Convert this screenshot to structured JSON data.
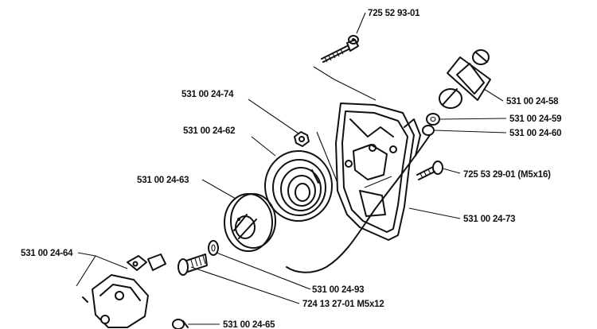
{
  "diagram": {
    "part_labels": [
      {
        "id": "p-725-52-93-01",
        "text": "725 52 93-01"
      },
      {
        "id": "p-531-00-24-74",
        "text": "531 00 24-74"
      },
      {
        "id": "p-531-00-24-62",
        "text": "531 00 24-62"
      },
      {
        "id": "p-531-00-24-63",
        "text": "531 00 24-63"
      },
      {
        "id": "p-531-00-24-64",
        "text": "531 00 24-64"
      },
      {
        "id": "p-531-00-24-58",
        "text": "531 00 24-58"
      },
      {
        "id": "p-531-00-24-59",
        "text": "531 00 24-59"
      },
      {
        "id": "p-531-00-24-60",
        "text": "531 00 24-60"
      },
      {
        "id": "p-725-53-29-01",
        "text": "725 53 29-01 (M5x16)"
      },
      {
        "id": "p-531-00-24-73",
        "text": "531 00 24-73"
      },
      {
        "id": "p-531-00-24-93",
        "text": "531 00 24-93"
      },
      {
        "id": "p-724-13-27-01",
        "text": "724 13 27-01 M5x12"
      },
      {
        "id": "p-531-00-24-65",
        "text": "531 00 24-65"
      }
    ]
  }
}
